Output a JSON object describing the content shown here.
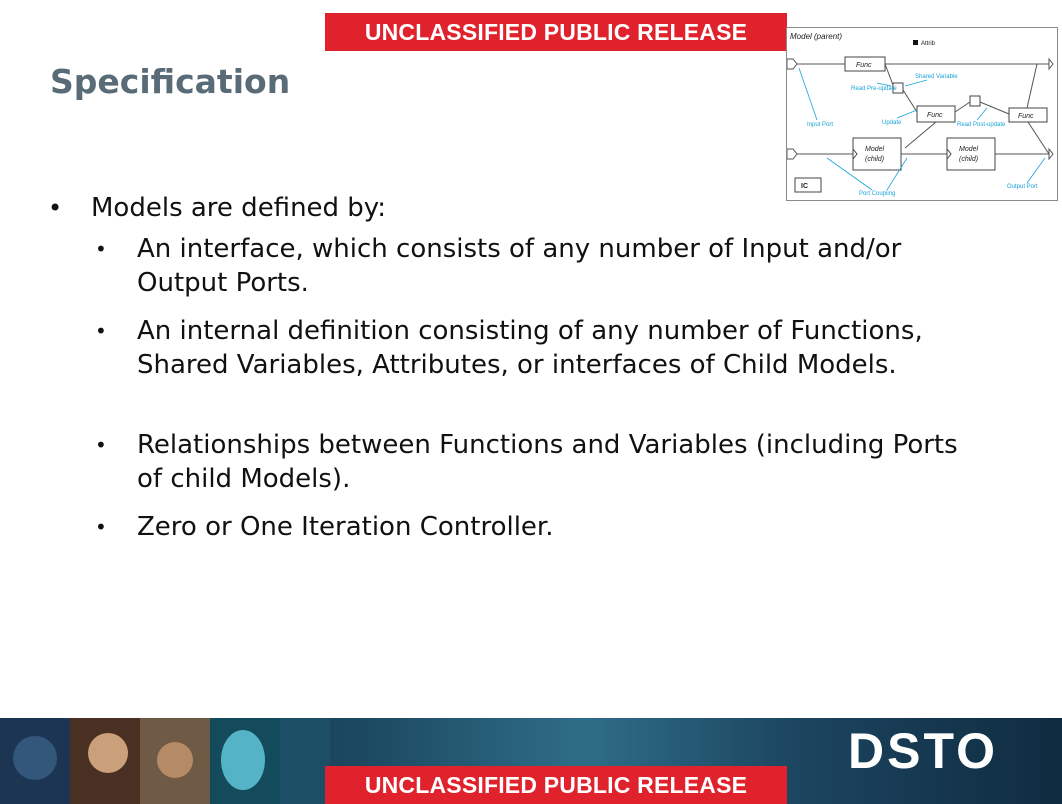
{
  "banner": {
    "top_text": "UNCLASSIFIED PUBLIC RELEASE",
    "bottom_text": "UNCLASSIFIED PUBLIC RELEASE"
  },
  "slide": {
    "title": "Specification"
  },
  "bullets": {
    "main": "Models are defined by:",
    "sub": [
      "An interface, which consists of any number of Input and/or Output Ports.",
      "An internal definition consisting of any number of Functions, Shared Variables, Attributes, or interfaces of Child Models.",
      "Relationships between Functions and Variables (including Ports of child Models).",
      "Zero or One Iteration Controller."
    ]
  },
  "diagram": {
    "parent_label": "Model (parent)",
    "attrib_label": "Attrib",
    "func_label": "Func",
    "shared_variable_label": "Shared Variable",
    "read_preupdate_label": "Read Pre-update",
    "read_postupdate_label": "Read Post-update",
    "update_label": "Update",
    "input_port_label": "Input Port",
    "output_port_label": "Output Port",
    "port_coupling_label": "Port Coupling",
    "model_label": "Model",
    "child_label": "(child)",
    "ic_label": "IC"
  },
  "footer": {
    "logo_text": "DSTO"
  },
  "colors": {
    "banner": "#e0222c",
    "title": "#5a6b78",
    "diagram_annotation": "#1aa3d9"
  }
}
